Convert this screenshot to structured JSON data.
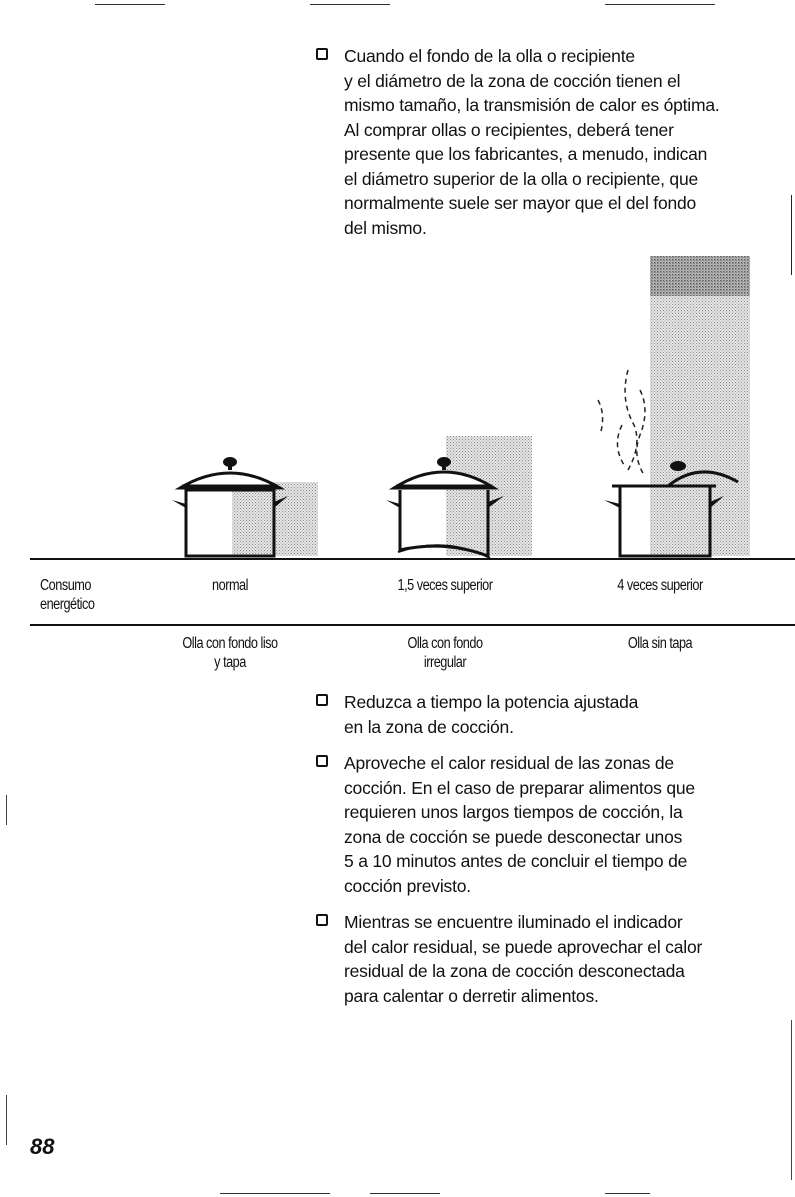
{
  "bullets_top": [
    "Cuando el fondo de la olla o recipiente\ny el diámetro de la zona de cocción tienen el\nmismo tamaño, la transmisión de calor es óptima.\nAl comprar ollas o recipientes, deberá tener\npresente que los fabricantes, a menudo, indican\nel diámetro superior de la olla o recipiente, que\nnormalmente suele ser mayor que el del fondo\ndel mismo."
  ],
  "illustration": {
    "row_label": "Consumo\nenergético",
    "consumption": [
      "normal",
      "1,5 veces superior",
      "4 veces superior"
    ],
    "pot_captions": [
      "Olla con fondo liso\ny tapa",
      "Olla con fondo\nirregular",
      "Olla sin tapa"
    ]
  },
  "bullets_bottom": [
    "Reduzca a tiempo la potencia ajustada\nen la zona de cocción.",
    "Aproveche el calor residual de las zonas de\ncocción. En el caso de preparar alimentos que\nrequieren unos largos tiempos de cocción, la\nzona de cocción se puede desconectar unos\n5 a 10 minutos antes de concluir el tiempo de\ncocción previsto.",
    "Mientras se encuentre iluminado el indicador\ndel calor residual, se puede aprovechar el calor\nresidual de la zona de cocción desconectada\npara calentar o derretir alimentos."
  ],
  "page_number": "88"
}
